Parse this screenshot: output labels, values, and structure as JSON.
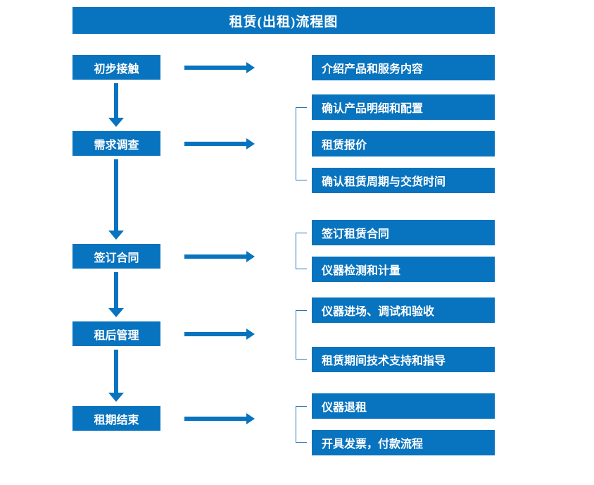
{
  "title": "租赁(出租)流程图",
  "colors": {
    "primary_blue": "#0873be",
    "bracket_blue": "#2e75b6",
    "text": "#ffffff",
    "background": "#ffffff"
  },
  "stages": [
    {
      "label": "初步接触"
    },
    {
      "label": "需求调查"
    },
    {
      "label": "签订合同"
    },
    {
      "label": "租后管理"
    },
    {
      "label": "租期结束"
    }
  ],
  "detail_groups": [
    {
      "stage": "初步接触",
      "bracketed": false,
      "items": [
        {
          "label": "介绍产品和服务内容"
        }
      ]
    },
    {
      "stage": "需求调查",
      "bracketed": true,
      "items": [
        {
          "label": "确认产品明细和配置"
        },
        {
          "label": "租赁报价"
        },
        {
          "label": "确认租赁周期与交货时间"
        }
      ]
    },
    {
      "stage": "签订合同",
      "bracketed": true,
      "items": [
        {
          "label": "签订租赁合同"
        },
        {
          "label": "仪器检测和计量"
        }
      ]
    },
    {
      "stage": "租后管理",
      "bracketed": true,
      "items": [
        {
          "label": "仪器进场、调试和验收"
        },
        {
          "label": "租赁期间技术支持和指导"
        }
      ]
    },
    {
      "stage": "租期结束",
      "bracketed": true,
      "items": [
        {
          "label": "仪器退租"
        },
        {
          "label": "开具发票，付款流程"
        }
      ]
    }
  ],
  "connectors": {
    "vertical_arrow_count": 4,
    "horizontal_arrow_count": 5,
    "direction": "down-and-right"
  }
}
